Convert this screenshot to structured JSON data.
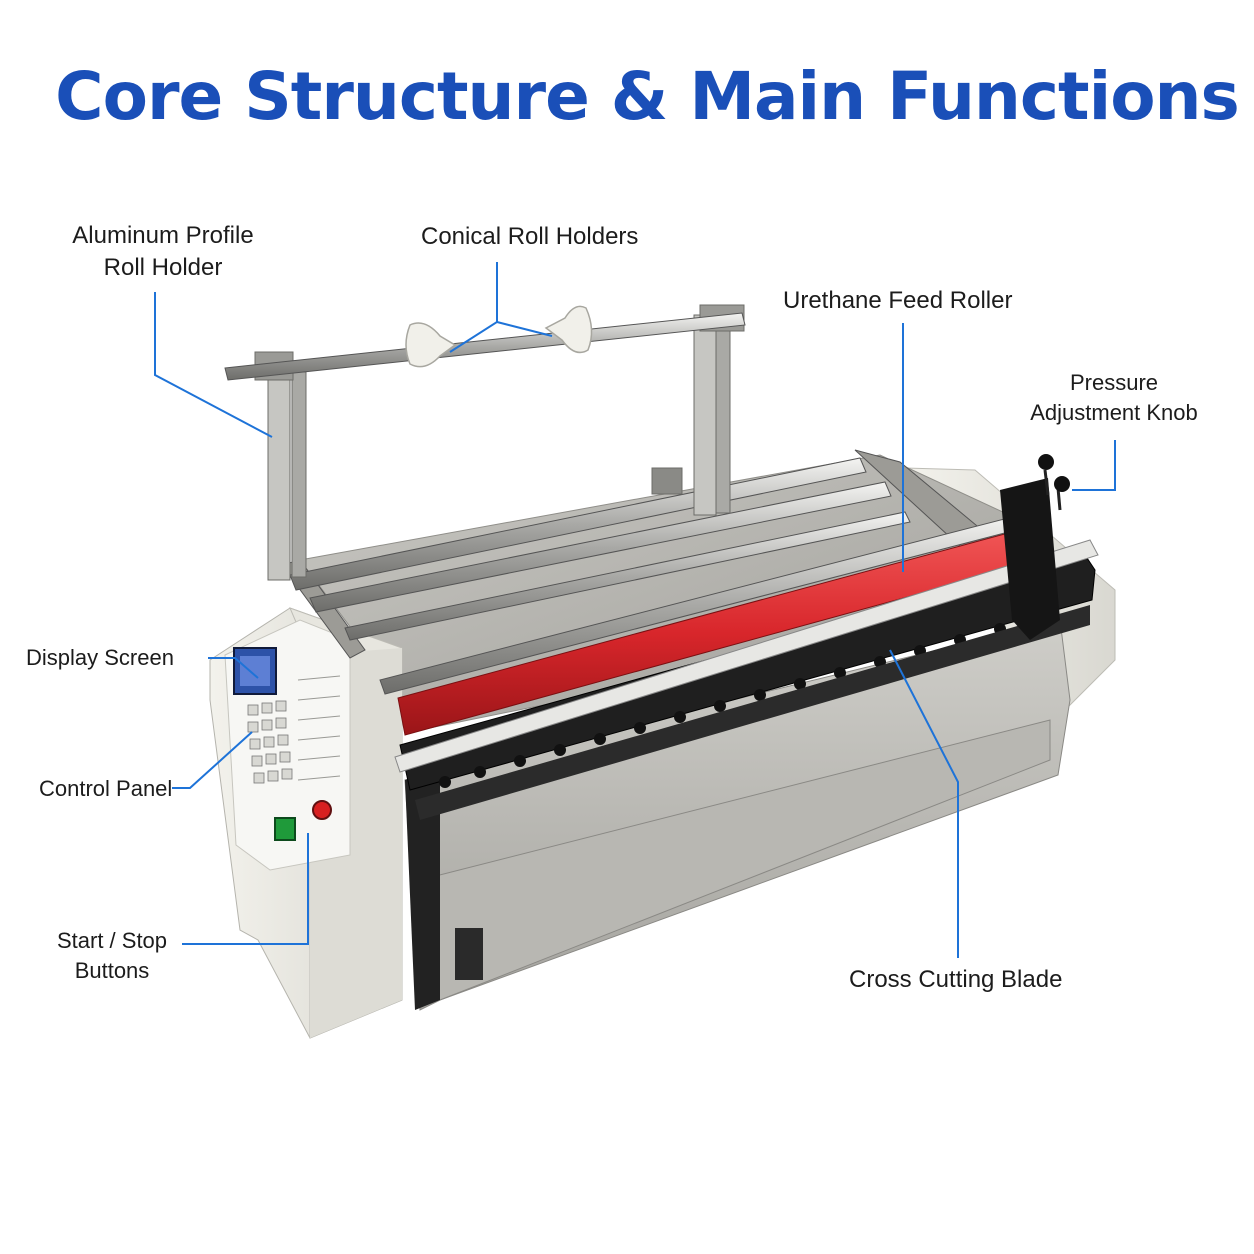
{
  "title": "Core Structure & Main Functions",
  "labels": {
    "aluminum_profile_roll_holder": [
      "Aluminum Profile",
      "Roll Holder"
    ],
    "conical_roll_holders": "Conical Roll Holders",
    "urethane_feed_roller": "Urethane Feed Roller",
    "pressure_adjustment_knob": [
      "Pressure",
      "Adjustment Knob"
    ],
    "display_screen": "Display Screen",
    "control_panel": "Control Panel",
    "start_stop_buttons": [
      "Start / Stop",
      "Buttons"
    ],
    "cross_cutting_blade": "Cross Cutting Blade"
  },
  "colors": {
    "title": "#1a4fb8",
    "leader_line": "#1e73d8",
    "roller_red": "#d8262b",
    "frame_steel": "#b9b9b6",
    "cabinet": "#e9e8e2"
  }
}
